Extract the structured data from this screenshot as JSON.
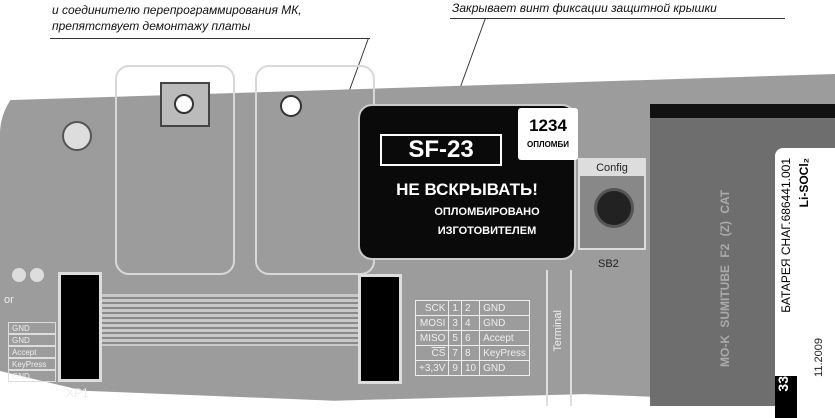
{
  "annotations": {
    "left_line1": "и соединителю перепрограммирования МК,",
    "left_line2": "препятствует демонтажу платы",
    "right": "Закрывает винт фиксации защитной крышки"
  },
  "seal": {
    "model": "SF-23",
    "warning": "НЕ ВСКРЫВАТЬ!",
    "line2": "ОПЛОМБИРОВАНО",
    "line3": "ИЗГОТОВИТЕЛЕМ"
  },
  "seal_label": {
    "number": "1234",
    "text": "ОПЛОМБИ"
  },
  "config": {
    "label": "Config",
    "button": "SB2"
  },
  "connectors": {
    "left": "XP1"
  },
  "pin_table": [
    [
      "SCK",
      "1",
      "2",
      "GND"
    ],
    [
      "MOSI",
      "3",
      "4",
      "GND"
    ],
    [
      "MISO",
      "5",
      "6",
      "Accept"
    ],
    [
      "CS",
      "7",
      "8",
      "KeyPress"
    ],
    [
      "+3,3V",
      "9",
      "10",
      "GND"
    ]
  ],
  "terminal_label": "Terminal",
  "left_labels": {
    "partial": "or",
    "items": [
      "GND",
      "GND",
      "Accept",
      "KeyPress",
      "GND"
    ]
  },
  "battery": {
    "cable_text": "MO-K    SUMITUBE    F2 (Z)    CAT",
    "label_line1": "БАТАРЕЯ  СНАГ.686441.001",
    "label_line2": "Li-SOCl₂",
    "date": "11.2009",
    "number": "33"
  }
}
